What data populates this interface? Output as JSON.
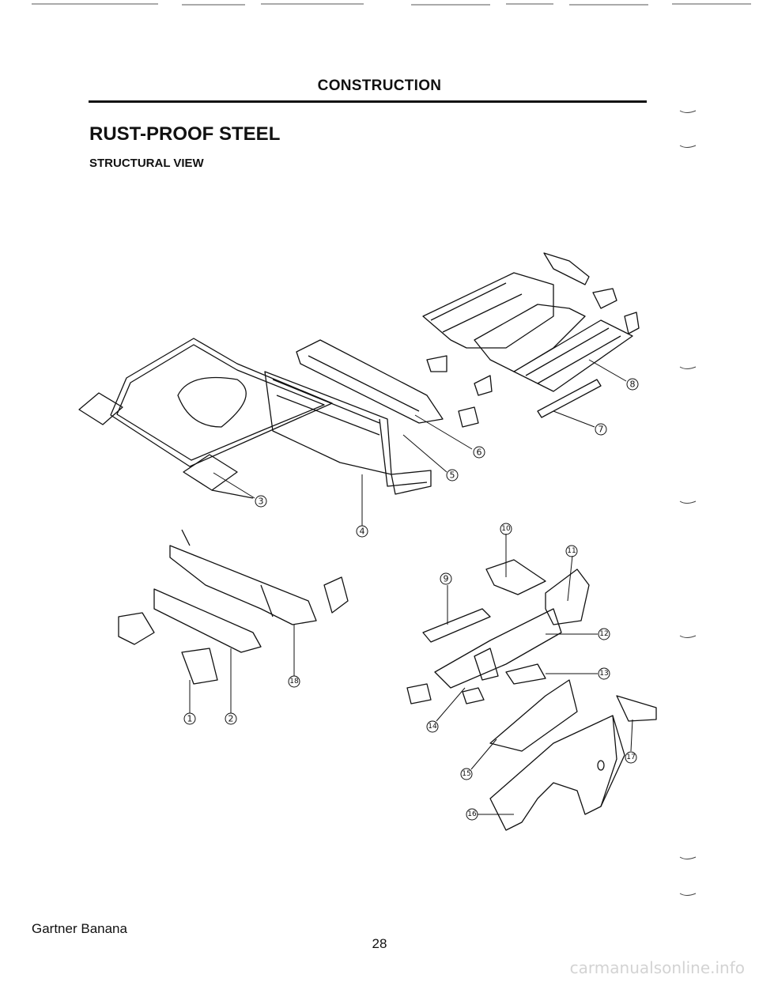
{
  "header": {
    "section": "CONSTRUCTION"
  },
  "title": "RUST-PROOF STEEL",
  "subtitle": "STRUCTURAL VIEW",
  "callouts": [
    "1",
    "2",
    "3",
    "4",
    "5",
    "6",
    "7",
    "8",
    "9",
    "10",
    "11",
    "12",
    "13",
    "14",
    "15",
    "16",
    "17",
    "18"
  ],
  "footer": {
    "left_text": "Gartner Banana",
    "page_number": "28"
  },
  "watermark": "carmanualsonline.info",
  "colors": {
    "ink": "#111111",
    "watermark": "#d3d3d3"
  }
}
